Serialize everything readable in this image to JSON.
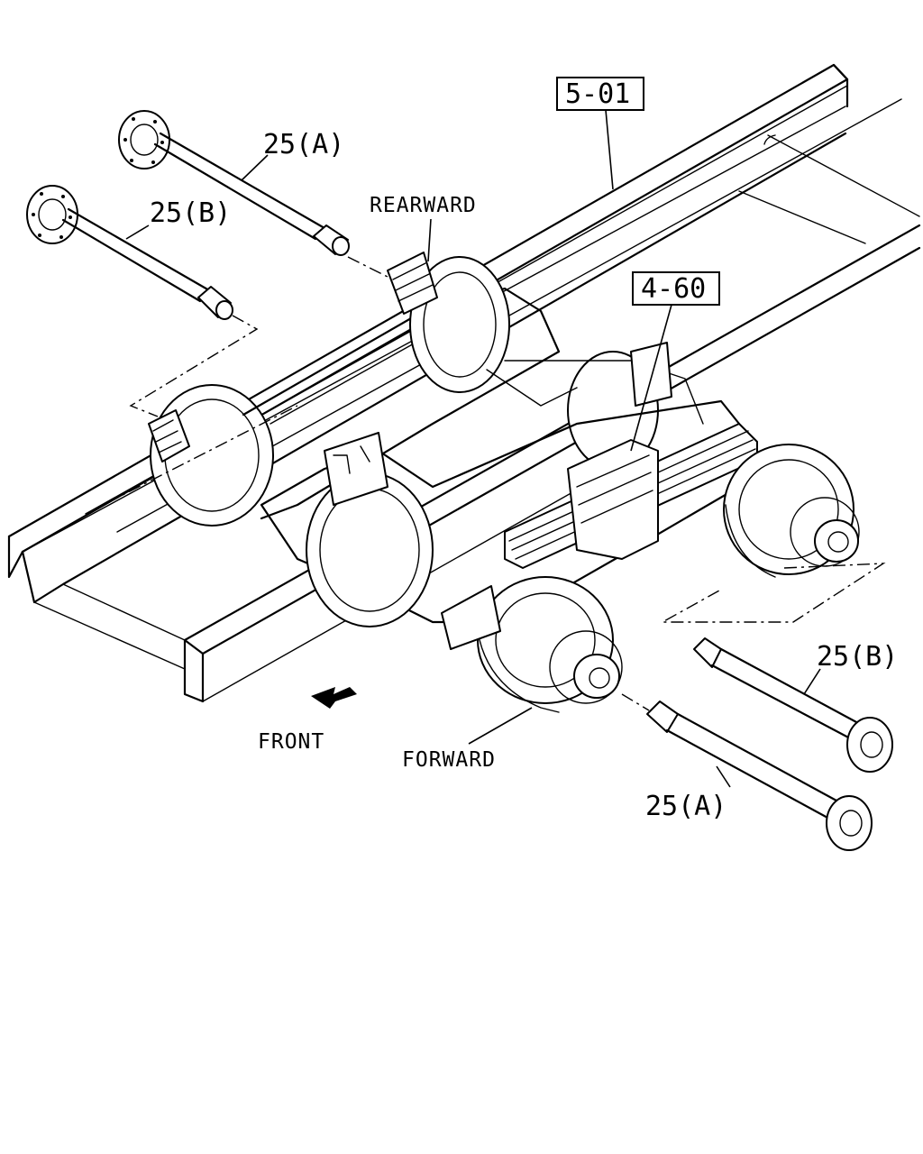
{
  "labels": {
    "frame_ref": "5-01",
    "spring_ref": "4-60",
    "shaft_a_rear": "25(A)",
    "shaft_b_rear": "25(B)",
    "shaft_b_front": "25(B)",
    "shaft_a_front": "25(A)",
    "rearward": "REARWARD",
    "forward": "FORWARD",
    "front": "FRONT"
  }
}
